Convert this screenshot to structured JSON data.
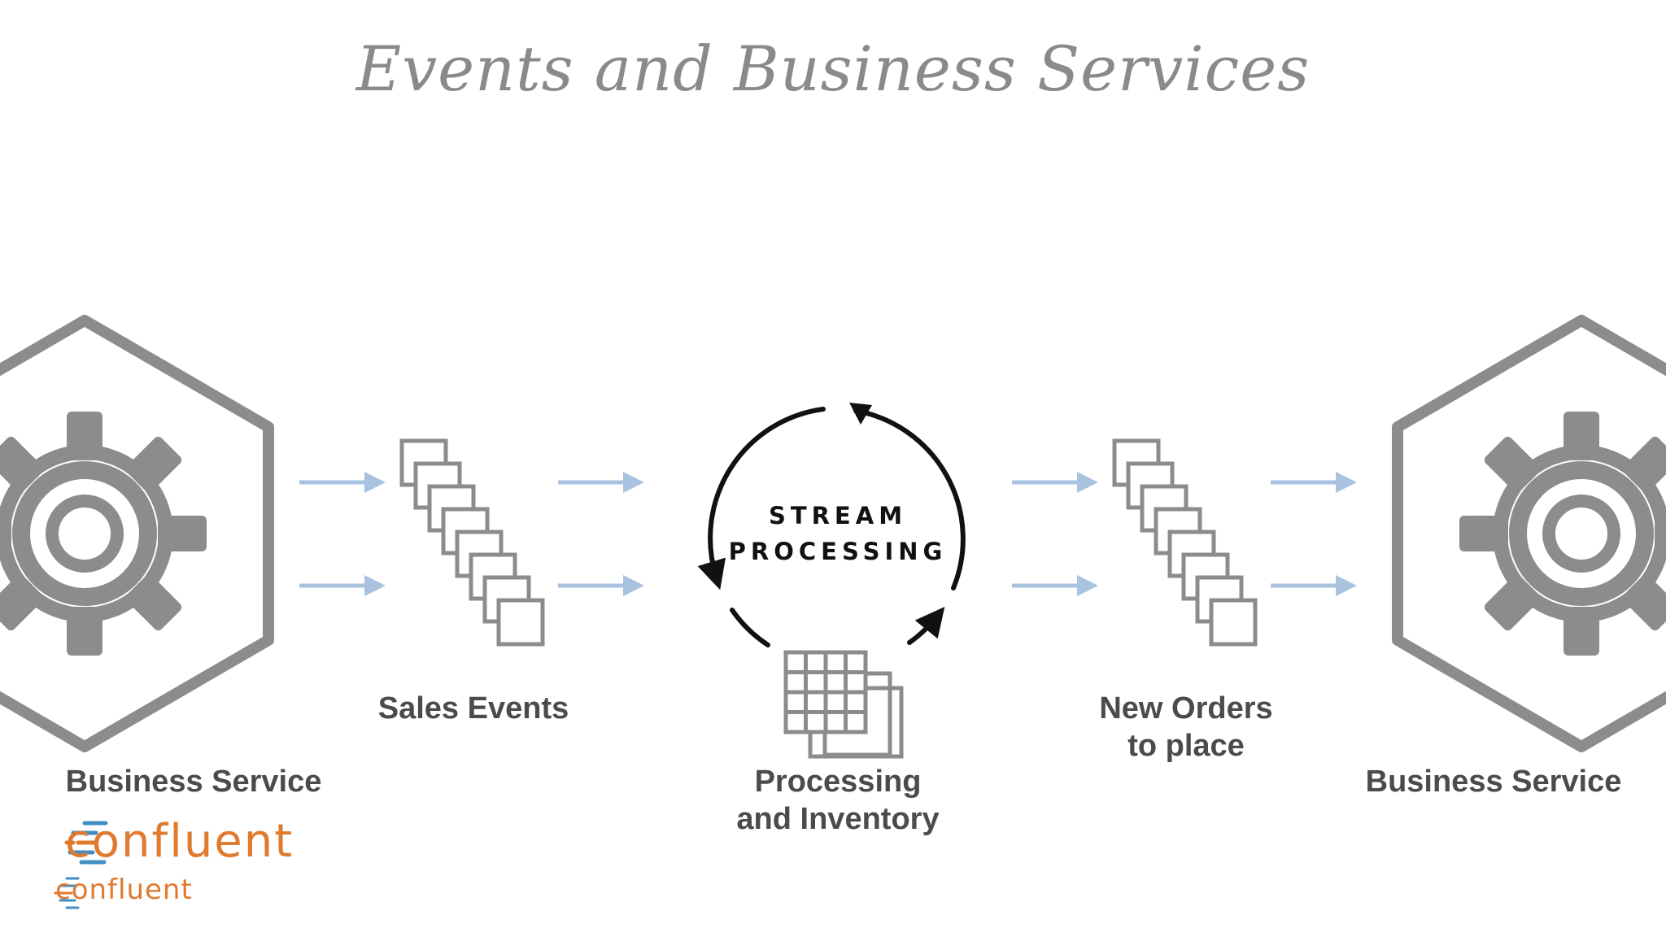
{
  "title": "Events and Business Services",
  "left_service": {
    "label": "Business Service"
  },
  "right_service": {
    "label": "Business Service"
  },
  "sales_events": {
    "label": "Sales Events"
  },
  "stream_processing": {
    "line1": "STREAM",
    "line2": "PROCESSING"
  },
  "processing_inventory": {
    "line1": "Processing",
    "line2": "and Inventory"
  },
  "new_orders": {
    "line1": "New Orders",
    "line2": "to place"
  },
  "logo": {
    "primary": "confluent",
    "secondary": "confluent"
  },
  "colors": {
    "icon_gray": "#8c8c8d",
    "arrow_blue": "#a9c2e0",
    "text_dark": "#4b4b4b",
    "cycle_black": "#111111",
    "logo_orange": "#e07a2e",
    "logo_blue": "#3f8fc4"
  },
  "icons": [
    "hexagon-gear-icon",
    "event-stack-icon",
    "table-icon",
    "cycle-arrows-icon",
    "flow-arrow-icon"
  ]
}
